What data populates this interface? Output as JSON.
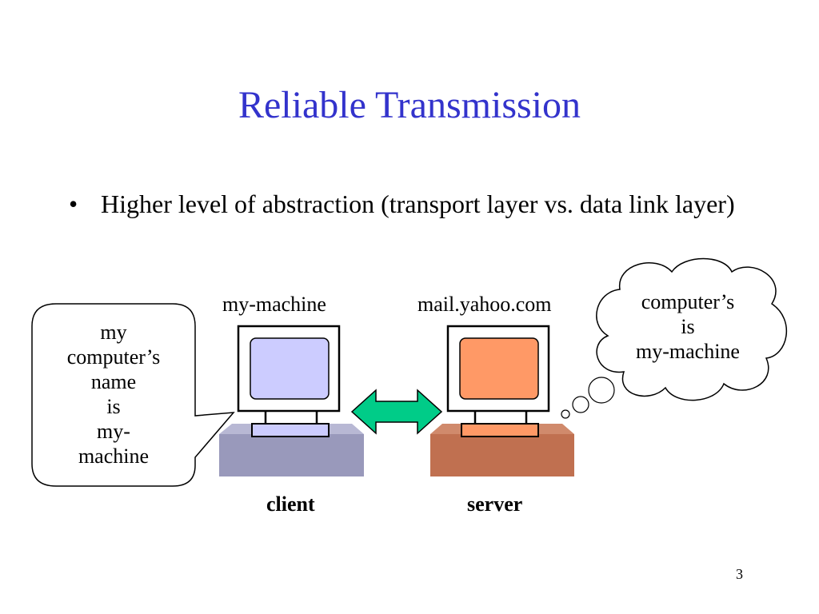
{
  "slide": {
    "title": "Reliable Transmission",
    "bullet": "Higher level of abstraction (transport layer vs. data link layer)",
    "page_number": "3"
  },
  "diagram": {
    "client": {
      "hostname": "my-machine",
      "role": "client",
      "screen_color": "#ccccff",
      "base_color": "#9999bb"
    },
    "server": {
      "hostname": "mail.yahoo.com",
      "role": "server",
      "screen_color": "#ff9966",
      "base_color": "#c07050"
    },
    "arrow_color": "#00cc88",
    "speech_bubble": {
      "lines": [
        "my",
        "computer’s",
        "name",
        "is",
        "my-",
        "machine"
      ]
    },
    "thought_bubble": {
      "lines": [
        "computer’s",
        "is",
        "my-machine"
      ]
    }
  }
}
